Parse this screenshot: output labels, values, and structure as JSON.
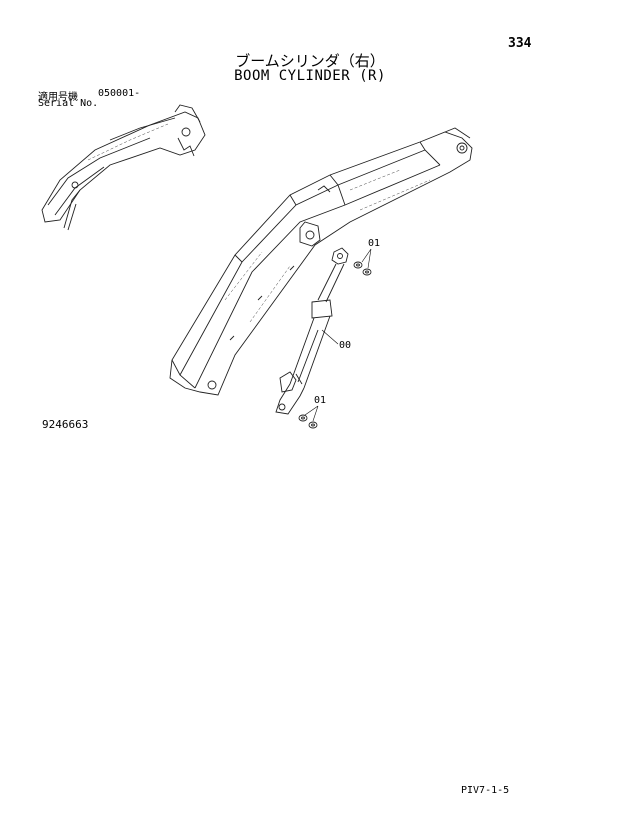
{
  "page_number": "334",
  "title_jp": "ブームシリンダ（右）",
  "title_en": "BOOM CYLINDER (R)",
  "serial": {
    "label_jp": "適用号機",
    "value": "050001-",
    "label_en": "Serial No."
  },
  "callouts": {
    "upper_nut": "01",
    "cylinder": "00",
    "lower_nut": "01"
  },
  "drawing_number": "9246663",
  "page_code": "PIV7-1-5"
}
